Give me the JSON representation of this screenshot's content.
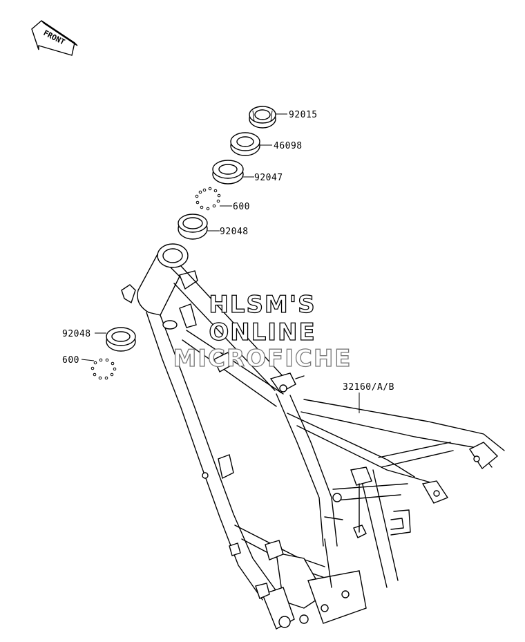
{
  "direction_label": "FRONT",
  "parts": [
    {
      "id": "p92015",
      "number": "92015"
    },
    {
      "id": "p46098",
      "number": "46098"
    },
    {
      "id": "p92047",
      "number": "92047"
    },
    {
      "id": "p600a",
      "number": "600"
    },
    {
      "id": "p92048a",
      "number": "92048"
    },
    {
      "id": "p92048b",
      "number": "92048"
    },
    {
      "id": "p600b",
      "number": "600"
    },
    {
      "id": "frame",
      "number": "32160/A/B"
    }
  ],
  "watermark": {
    "line1": "HLSM'S",
    "line2": "ONLINE",
    "line3": "MICROFICHE"
  }
}
